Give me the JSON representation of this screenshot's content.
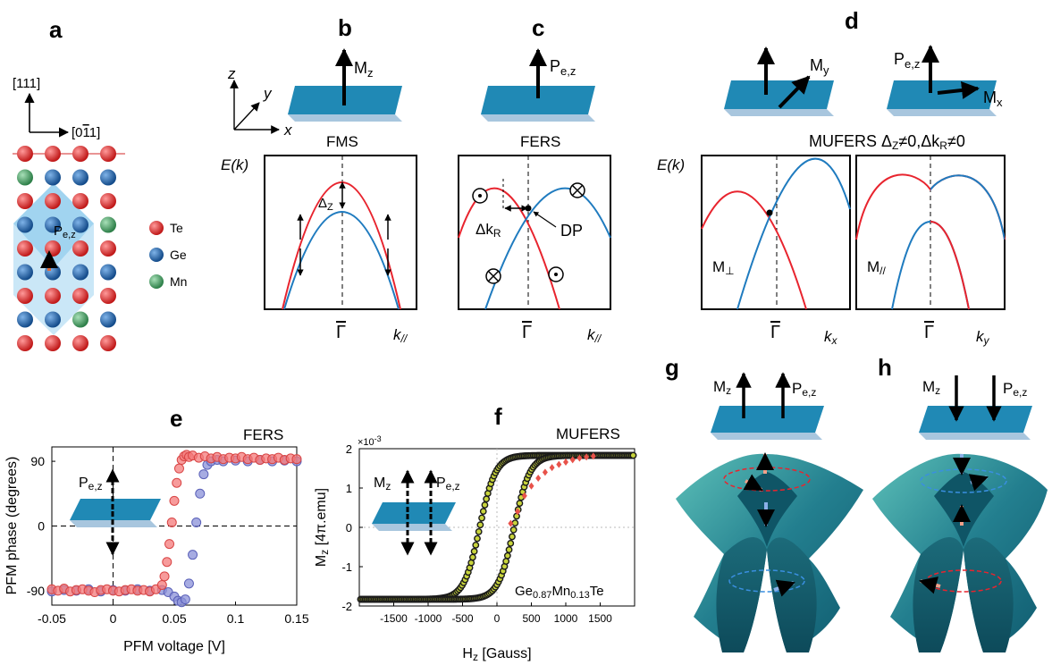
{
  "colors": {
    "red": "#e8242e",
    "blue": "#1f7bbf",
    "plate_top": "#2089b5",
    "plate_edge": "#a8c6de",
    "te": "#d32a2a",
    "ge": "#1d5fa6",
    "mn": "#3f9a5c",
    "fers_red": "#f47a7a",
    "fers_blue": "#8a90d8",
    "mufers_dark": "#1a1a1a",
    "mufers_green": "#c8d43c",
    "mufers_diamond": "#e8524a",
    "surface": "#2a8a9a"
  },
  "panels": {
    "a": {
      "letter": "a",
      "dir_up": "[111]",
      "dir_right": "[0",
      "dir_right_bar": "1",
      "dir_right_end": "1]",
      "pol": "P",
      "pol_sub": "e,z",
      "legend": [
        "Te",
        "Ge",
        "Mn"
      ]
    },
    "b": {
      "letter": "b",
      "axis_z": "z",
      "axis_y": "y",
      "axis_x": "x",
      "vector": "M",
      "vector_sub": "z",
      "title": "FMS",
      "ylabel": "E(k)",
      "gap": "Δ",
      "gap_sub": "Z",
      "gamma": "Γ",
      "klabel": "k",
      "klabel_sub": "//"
    },
    "c": {
      "letter": "c",
      "vector": "P",
      "vector_sub": "e,z",
      "title": "FERS",
      "shift": "Δk",
      "shift_sub": "R",
      "dp": "DP",
      "gamma": "Γ",
      "klabel": "k",
      "klabel_sub": "//"
    },
    "d": {
      "letter": "d",
      "vec_my": "M",
      "vec_my_sub": "y",
      "vec_pez": "P",
      "vec_pez_sub": "e,z",
      "vec_mx": "M",
      "vec_mx_sub": "x",
      "title": "MUFERS Δ",
      "title_s1": "Z",
      "title_mid": "≠0,Δk",
      "title_s2": "R",
      "title_end": "≠0",
      "ylabel": "E(k)",
      "left_label": "M",
      "left_sub": "⊥",
      "right_label": "M",
      "right_sub": "//",
      "gamma": "Γ",
      "kx": "k",
      "kx_sub": "x",
      "ky": "k",
      "ky_sub": "y"
    },
    "e": {
      "letter": "e",
      "title": "FERS",
      "pol": "P",
      "pol_sub": "e,z",
      "xlabel": "PFM voltage [V]",
      "ylabel": "PFM phase (degrees)"
    },
    "f": {
      "letter": "f",
      "title": "MUFERS",
      "exponent": "×10",
      "exponent_pow": "-3",
      "vec_m": "M",
      "vec_m_sub": "z",
      "vec_p": "P",
      "vec_p_sub": "e,z",
      "material": "Ge",
      "mat_s1": "0.87",
      "mat_mid": "Mn",
      "mat_s2": "0.13",
      "mat_end": "Te",
      "xlabel": "H",
      "xlabel_sub": "z",
      "xlabel_end": " [Gauss]",
      "ylabel": "M",
      "ylabel_sub": "z",
      "ylabel_end": " [4π.emu]"
    },
    "g": {
      "letter": "g",
      "vec_m": "M",
      "vec_m_sub": "z",
      "vec_p": "P",
      "vec_p_sub": "e,z"
    },
    "h": {
      "letter": "h",
      "vec_m": "M",
      "vec_m_sub": "z",
      "vec_p": "P",
      "vec_p_sub": "e,z"
    }
  },
  "chart_data": [
    {
      "type": "scatter",
      "title": "FERS",
      "xlabel": "PFM voltage [V]",
      "ylabel": "PFM phase (degrees)",
      "xlim": [
        -0.05,
        0.15
      ],
      "ylim": [
        -110,
        110
      ],
      "xticks": [
        -0.05,
        0,
        0.05,
        0.1,
        0.15
      ],
      "xtick_labels": [
        "-0.05",
        "0",
        "0.05",
        "0.1",
        "0.15"
      ],
      "yticks": [
        -90,
        0,
        90
      ],
      "ytick_labels": [
        "-90",
        "0",
        "90"
      ],
      "series": [
        {
          "color": "#f47a7a",
          "x": [
            -0.05,
            -0.045,
            -0.04,
            -0.035,
            -0.03,
            -0.025,
            -0.02,
            -0.015,
            -0.01,
            -0.005,
            0,
            0.005,
            0.01,
            0.015,
            0.02,
            0.025,
            0.03,
            0.035,
            0.04,
            0.042,
            0.044,
            0.046,
            0.048,
            0.05,
            0.052,
            0.054,
            0.056,
            0.058,
            0.06,
            0.062,
            0.065,
            0.07,
            0.075,
            0.08,
            0.085,
            0.09,
            0.095,
            0.1,
            0.105,
            0.11,
            0.115,
            0.12,
            0.125,
            0.13,
            0.135,
            0.14,
            0.145,
            0.15
          ],
          "y": [
            -88,
            -90,
            -87,
            -91,
            -89,
            -88,
            -90,
            -92,
            -89,
            -88,
            -90,
            -91,
            -89,
            -88,
            -90,
            -89,
            -91,
            -88,
            -82,
            -70,
            -50,
            -25,
            5,
            35,
            60,
            80,
            92,
            97,
            99,
            96,
            98,
            95,
            97,
            94,
            96,
            93,
            95,
            94,
            96,
            93,
            95,
            92,
            94,
            93,
            95,
            92,
            94,
            93
          ]
        },
        {
          "color": "#8a90d8",
          "x": [
            -0.05,
            -0.04,
            -0.03,
            -0.02,
            -0.01,
            0,
            0.01,
            0.02,
            0.03,
            0.04,
            0.045,
            0.05,
            0.053,
            0.056,
            0.059,
            0.062,
            0.065,
            0.068,
            0.071,
            0.074,
            0.077,
            0.08,
            0.085,
            0.09,
            0.1,
            0.11,
            0.12,
            0.13,
            0.14,
            0.15
          ],
          "y": [
            -91,
            -89,
            -90,
            -88,
            -91,
            -89,
            -90,
            -88,
            -90,
            -89,
            -92,
            -98,
            -104,
            -106,
            -102,
            -80,
            -40,
            5,
            45,
            72,
            85,
            90,
            92,
            90,
            91,
            90,
            92,
            90,
            91,
            90
          ]
        }
      ]
    },
    {
      "type": "scatter",
      "title": "MUFERS",
      "xlabel": "Hz [Gauss]",
      "ylabel": "Mz [4π.emu]",
      "xlim": [
        -2000,
        2000
      ],
      "ylim": [
        -2,
        2
      ],
      "xticks": [
        -1500,
        -1000,
        -500,
        0,
        500,
        1000,
        1500
      ],
      "xtick_labels": [
        "-1500",
        "-1000",
        "-500",
        "0",
        "500",
        "1000",
        "1500"
      ],
      "yticks": [
        -2,
        -1,
        0,
        1,
        2
      ],
      "ytick_labels": [
        "-2",
        "-1",
        "0",
        "1",
        "2"
      ],
      "y_multiplier": "1e-3",
      "series": [
        {
          "name": "descending branch",
          "color": "#c8d43c",
          "coercive": -250,
          "width": 230,
          "sat": 1.83
        },
        {
          "name": "ascending branch",
          "color": "#c8d43c",
          "coercive": 250,
          "width": 230,
          "sat": 1.83
        },
        {
          "name": "virgin curve",
          "color": "#e8524a",
          "x": [
            200,
            300,
            400,
            500,
            600,
            700,
            800,
            900,
            1000,
            1100,
            1200,
            1300,
            1400
          ],
          "y": [
            0.1,
            0.4,
            0.8,
            1.05,
            1.25,
            1.4,
            1.52,
            1.6,
            1.66,
            1.72,
            1.76,
            1.79,
            1.81
          ]
        }
      ]
    }
  ]
}
